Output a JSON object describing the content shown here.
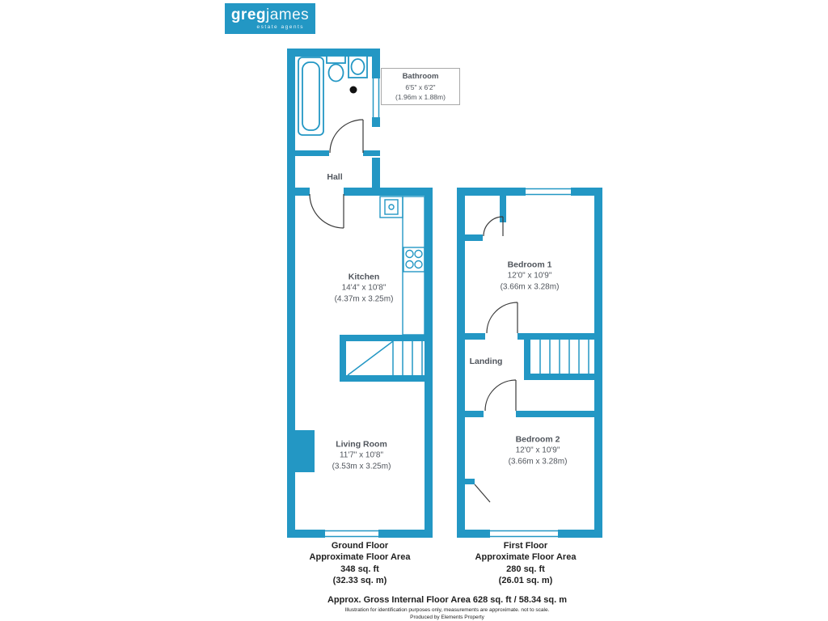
{
  "colors": {
    "wall": "#2397c4",
    "door": "#3a3a3a",
    "label_text": "#50555c",
    "caption_text": "#1f1f1f"
  },
  "logo": {
    "brand_bold": "greg",
    "brand_light": "james",
    "tagline": "estate agents"
  },
  "ground_floor": {
    "bathroom": {
      "name": "Bathroom",
      "imperial": "6'5\" x 6'2\"",
      "metric": "(1.96m x 1.88m)"
    },
    "hall": {
      "name": "Hall"
    },
    "kitchen": {
      "name": "Kitchen",
      "imperial": "14'4\" x 10'8\"",
      "metric": "(4.37m x 3.25m)"
    },
    "living_room": {
      "name": "Living Room",
      "imperial": "11'7\" x 10'8\"",
      "metric": "(3.53m x 3.25m)"
    },
    "caption": {
      "title": "Ground Floor",
      "subtitle": "Approximate Floor Area",
      "area_ft": "348 sq. ft",
      "area_m": "(32.33 sq. m)"
    }
  },
  "first_floor": {
    "bedroom1": {
      "name": "Bedroom 1",
      "imperial": "12'0\" x 10'9\"",
      "metric": "(3.66m x 3.28m)"
    },
    "landing": {
      "name": "Landing"
    },
    "bedroom2": {
      "name": "Bedroom 2",
      "imperial": "12'0\" x 10'9\"",
      "metric": "(3.66m x 3.28m)"
    },
    "caption": {
      "title": "First Floor",
      "subtitle": "Approximate Floor Area",
      "area_ft": "280 sq. ft",
      "area_m": "(26.01 sq. m)"
    }
  },
  "footer": {
    "gross_area": "Approx. Gross Internal Floor Area 628 sq. ft / 58.34 sq. m",
    "disclaimer": "Illustration for identification purposes only, measurements are approximate. not to scale.",
    "produced_by": "Produced by Elements Property"
  }
}
